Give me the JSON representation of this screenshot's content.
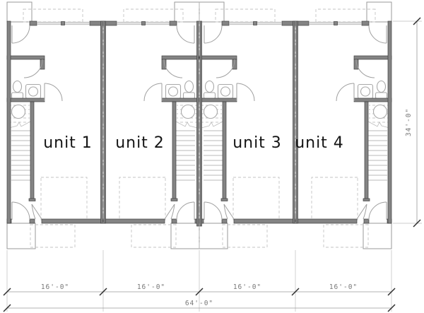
{
  "floor_plan": {
    "type": "fourplex townhouse floor plan",
    "units": [
      {
        "label": "unit 1"
      },
      {
        "label": "unit 2"
      },
      {
        "label": "unit 3"
      },
      {
        "label": "unit 4"
      }
    ],
    "dimensions": {
      "unit_width_labels": [
        "16'-0\"",
        "16'-0\"",
        "16'-0\"",
        "16'-0\""
      ],
      "total_width_label": "64'-0\"",
      "total_depth_label": "34'-0\""
    },
    "colors": {
      "wall": "#848484",
      "wall_outline": "#404040",
      "fixture_line": "#a9a9a9",
      "dashed_outline": "#c3c3c3",
      "dimension_text": "#787878",
      "label_text": "#141414",
      "background": "#ffffff"
    }
  }
}
